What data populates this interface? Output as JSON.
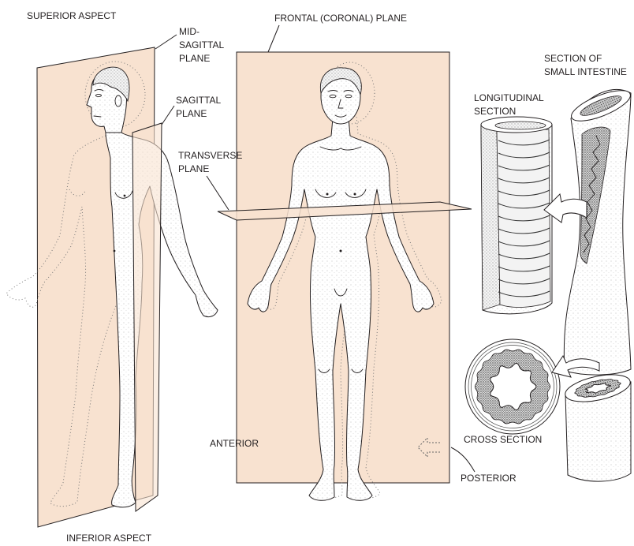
{
  "labels": {
    "superior_aspect": "SUPERIOR ASPECT",
    "inferior_aspect": "INFERIOR ASPECT",
    "mid_sagittal_plane": [
      "MID-",
      "SAGITTAL",
      "PLANE"
    ],
    "sagittal_plane": [
      "SAGITTAL",
      "PLANE"
    ],
    "frontal_plane": "FRONTAL (CORONAL) PLANE",
    "transverse_plane": [
      "TRANSVERSE",
      "PLANE"
    ],
    "section_of_small_intestine": [
      "SECTION OF",
      "SMALL INTESTINE"
    ],
    "longitudinal_section": [
      "LONGITUDINAL",
      "SECTION"
    ],
    "cross_section": "CROSS SECTION",
    "anterior": "ANTERIOR",
    "posterior": "POSTERIOR"
  },
  "colors": {
    "plane_fill": "#f8e2d0",
    "ink": "#231f20"
  },
  "icons": {
    "longitudinal_arrow": "curved-arrow-left-icon",
    "cross_section_arrow": "curved-arrow-left-icon",
    "posterior_arrow": "dotted-arrow-left-icon"
  }
}
